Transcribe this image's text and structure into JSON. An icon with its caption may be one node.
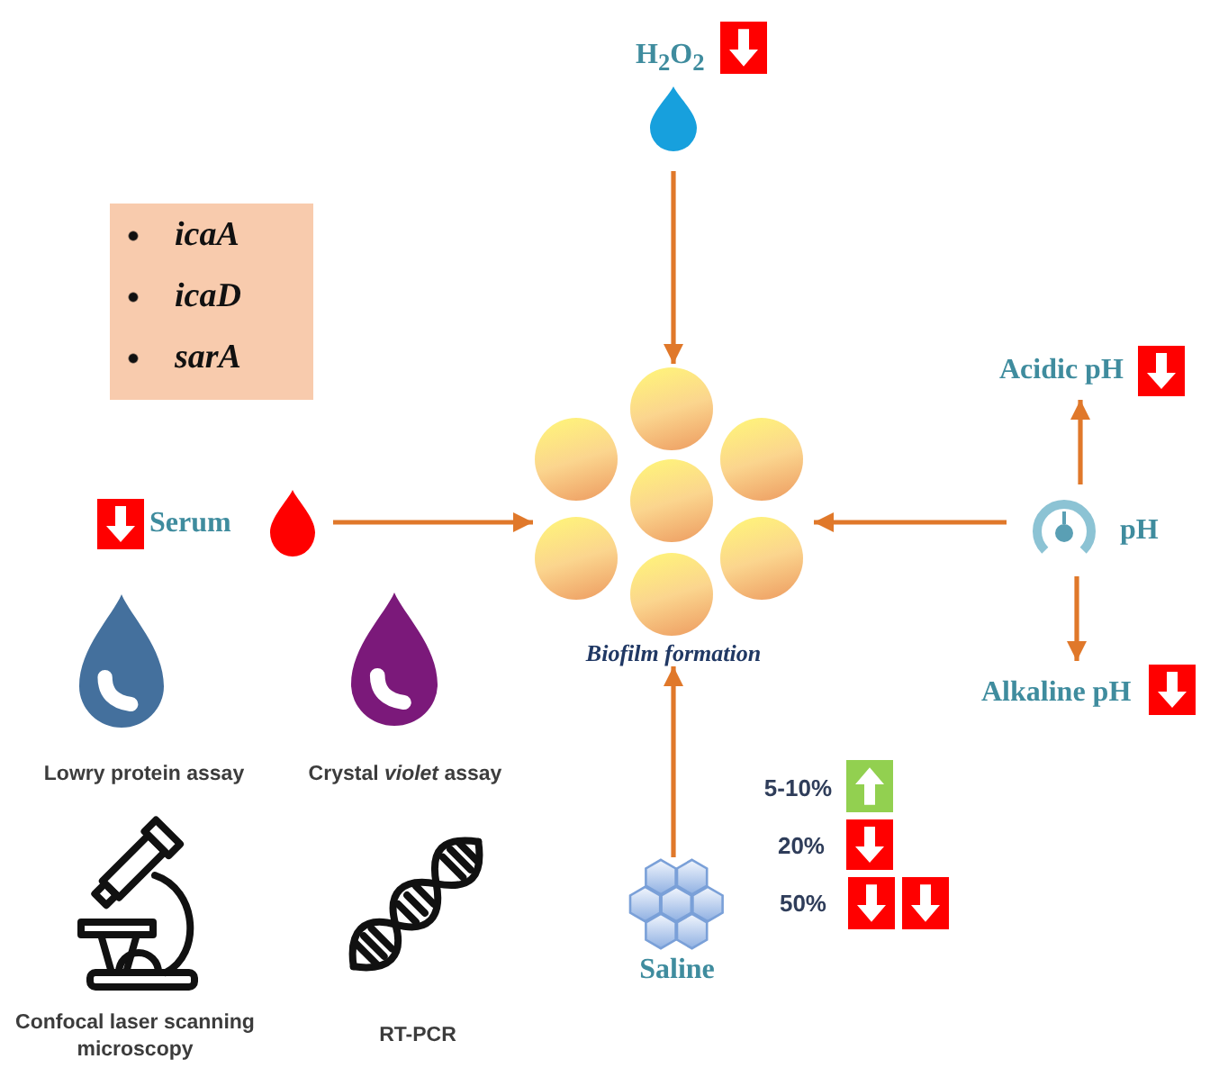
{
  "diagram": {
    "nodes": [
      {
        "text": [
          "H$_{2}$O$_{2}$"
        ]
      },
      {
        "text": [
          "icaA",
          "icaD",
          "sarA"
        ]
      },
      {
        "text": [
          "Acidic pH"
        ]
      },
      {
        "text": [
          "Serum"
        ]
      },
      {
        "text": [
          "Biofilm formation"
        ]
      },
      {
        "text": [
          "pH"
        ]
      },
      {
        "text": [
          "Alkaline pH"
        ]
      },
      {
        "text": [
          "Saline"
        ]
      }
    ],
    "edges": [
      {
        "from": 0,
        "to": 4,
        "arrow": "to"
      },
      {
        "from": 3,
        "to": 4,
        "arrow": "to"
      },
      {
        "from": 5,
        "to": 4,
        "arrow": "to"
      },
      {
        "from": 5,
        "to": 2,
        "arrow": "to"
      },
      {
        "from": 5,
        "to": 6,
        "arrow": "to"
      },
      {
        "from": 7,
        "to": 4,
        "arrow": "to"
      }
    ],
    "labels": [
      "Lowry protein assay",
      "Crystal *violet* assay",
      "5-10%",
      "20%",
      "50%",
      "Confocal laser scanning microscopy",
      "RT-PCR"
    ]
  }
}
